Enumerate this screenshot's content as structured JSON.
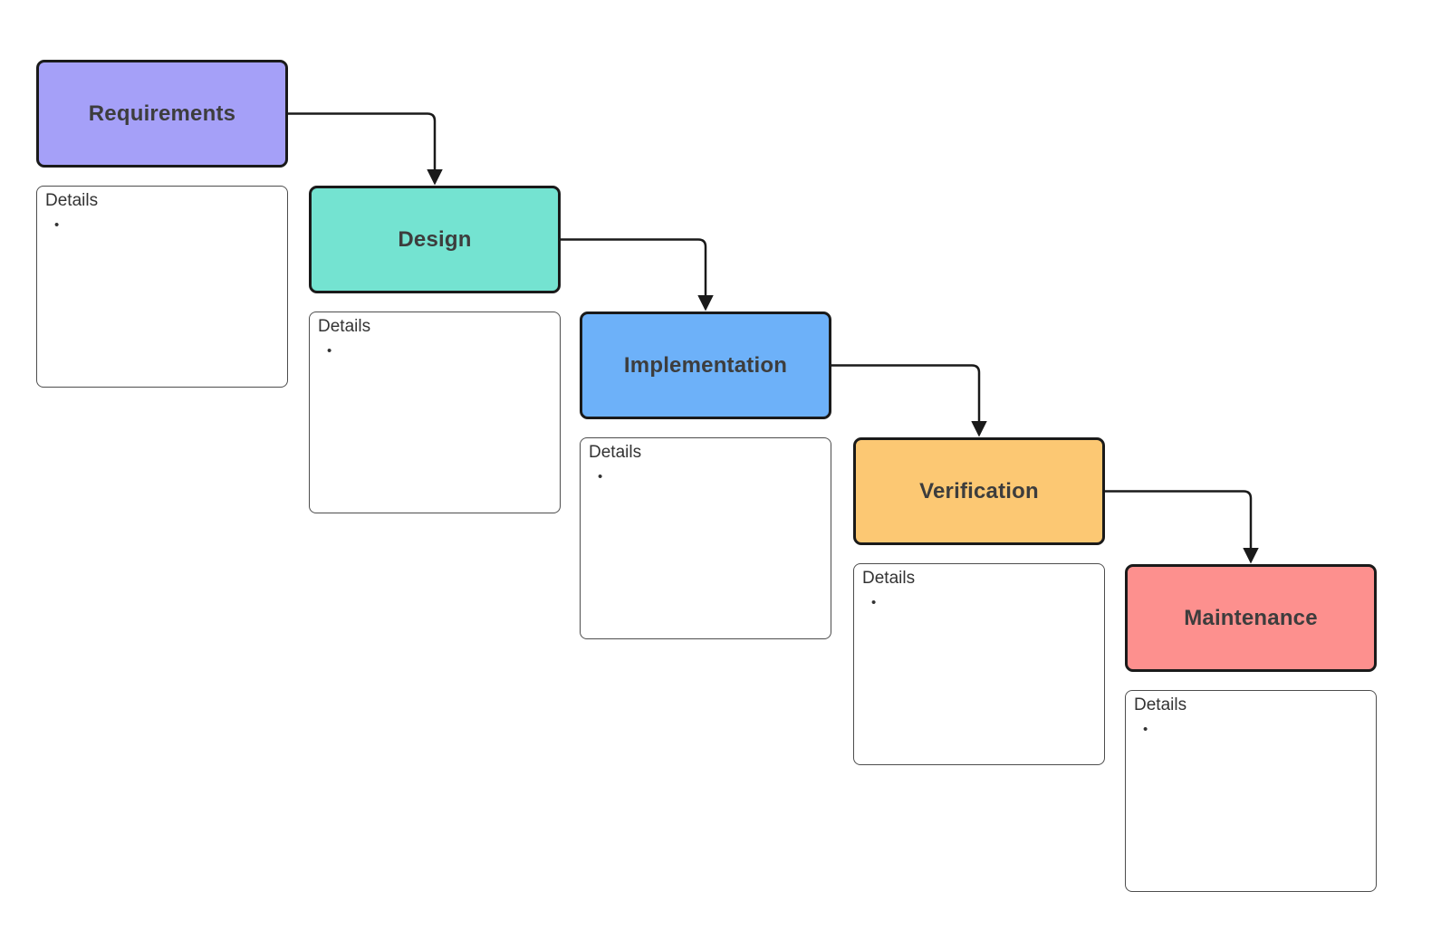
{
  "diagram": {
    "phases": [
      {
        "label": "Requirements",
        "color": "#a5a0f8",
        "details_label": "Details",
        "bullet": "•"
      },
      {
        "label": "Design",
        "color": "#74e3d1",
        "details_label": "Details",
        "bullet": "•"
      },
      {
        "label": "Implementation",
        "color": "#6db1f9",
        "details_label": "Details",
        "bullet": "•"
      },
      {
        "label": "Verification",
        "color": "#fcc873",
        "details_label": "Details",
        "bullet": "•"
      },
      {
        "label": "Maintenance",
        "color": "#fd908e",
        "details_label": "Details",
        "bullet": "•"
      }
    ],
    "colors": {
      "background": "#ffffff",
      "phase_border": "#1a1a1a",
      "connector": "#1a1a1a",
      "details_border": "#4d4d4d",
      "title_text": "#3d3d3d",
      "details_text": "#333333"
    }
  }
}
